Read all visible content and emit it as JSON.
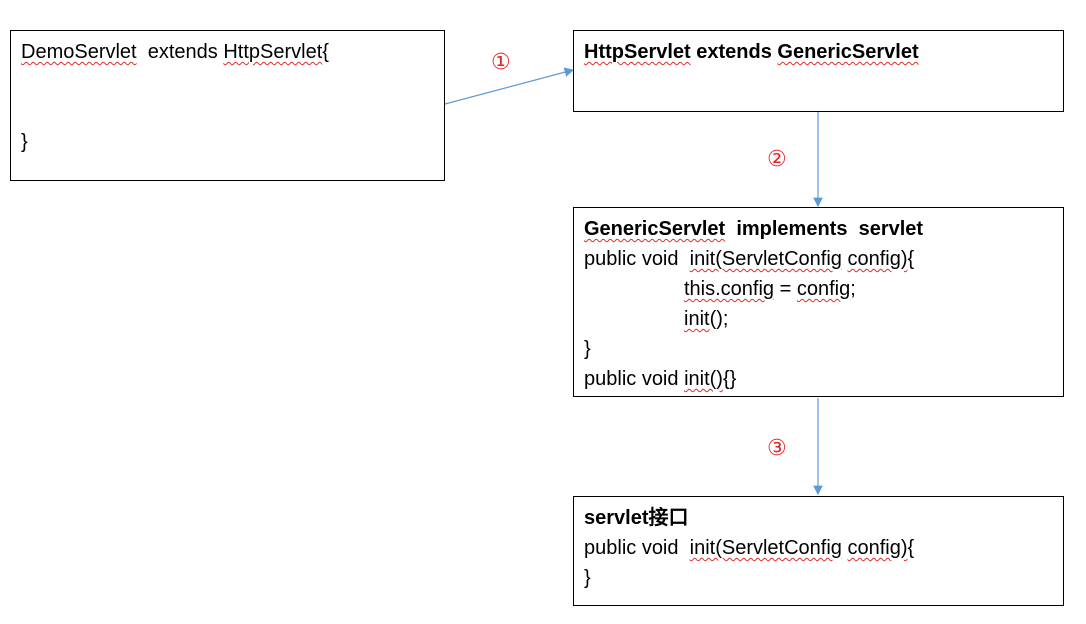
{
  "colors": {
    "arrow": "#5b9bd5",
    "step_label": "#e8262b",
    "border": "#000000"
  },
  "boxes": {
    "demo": {
      "line1": [
        "DemoServlet",
        "  extends ",
        "HttpServlet",
        "{"
      ],
      "line2": "}"
    },
    "http": {
      "line1": [
        "HttpServlet",
        " extends ",
        "GenericServlet"
      ]
    },
    "generic": {
      "line1": [
        "GenericServlet",
        "  implements  servlet"
      ],
      "line2": [
        "public void  ",
        "init(ServletConfig",
        " ",
        "config)",
        "{"
      ],
      "line3": [
        "this.config",
        " = ",
        "config",
        ";"
      ],
      "line4": [
        "init",
        "();"
      ],
      "line5": "}",
      "line6": [
        "public void ",
        "init()",
        "{}"
      ]
    },
    "servlet": {
      "line1": "servlet接口",
      "line2": [
        "public void  ",
        "init(ServletConfig",
        " ",
        "config)",
        "{"
      ],
      "line3": "}"
    }
  },
  "steps": [
    "①",
    "②",
    "③"
  ]
}
